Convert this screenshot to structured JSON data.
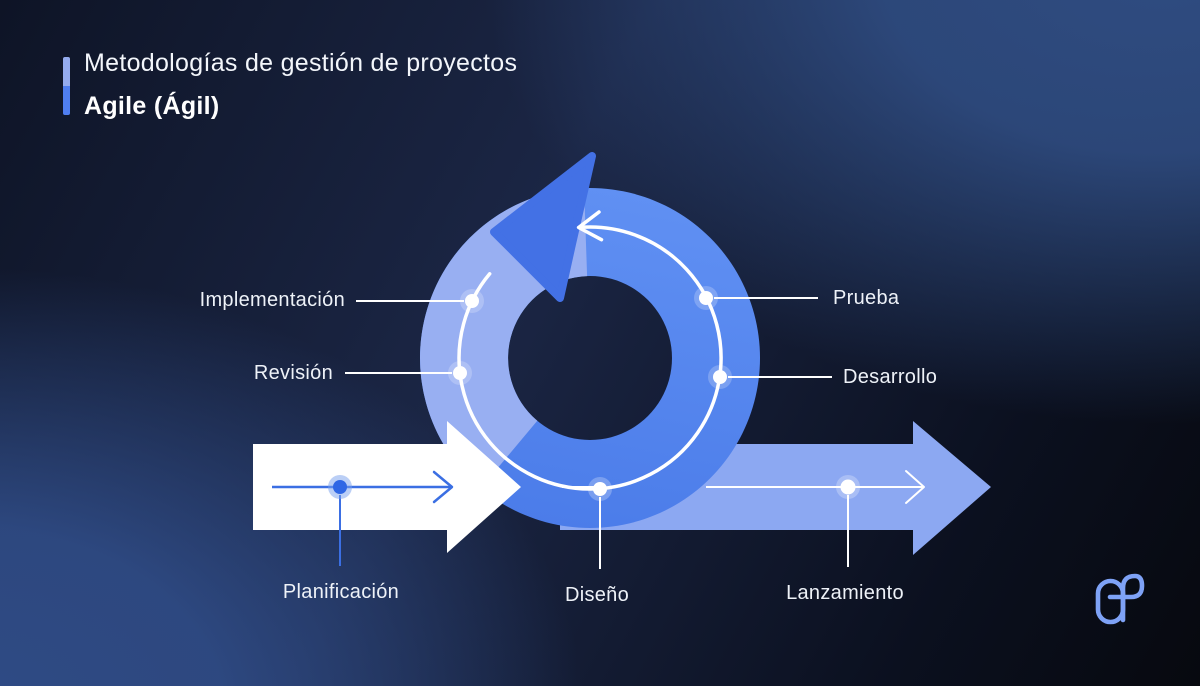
{
  "header": {
    "eyebrow": "Metodologías de gestión de proyectos",
    "title": "Agile (Ágil)"
  },
  "diagram": {
    "type": "agile-cycle",
    "steps": {
      "planificacion": "Planificación",
      "diseno": "Diseño",
      "desarrollo": "Desarrollo",
      "prueba": "Prueba",
      "implementacion": "Implementación",
      "revision": "Revisión",
      "lanzamiento": "Lanzamiento"
    },
    "cycle_order": [
      "Diseño",
      "Desarrollo",
      "Prueba",
      "Implementación",
      "Revisión"
    ],
    "flow_order": [
      "Planificación",
      "ciclo",
      "Lanzamiento"
    ],
    "cycle_direction": "counterclockwise"
  },
  "colors": {
    "ring_top": "#6090f3",
    "ring_bottom": "#4b7ce9",
    "ring_light_segment": "#98aff2",
    "cycle_arrowhead": "#4371e5",
    "outbound_arrow": "#8ca8f2",
    "inbound_arrow": "#ffffff",
    "plan_accent": "#3b6fe3",
    "label_text": "#eef2f8",
    "accent_bar_top": "#94abee",
    "accent_bar_bottom": "#4f7ef0",
    "logo": "#7ea2f6"
  }
}
